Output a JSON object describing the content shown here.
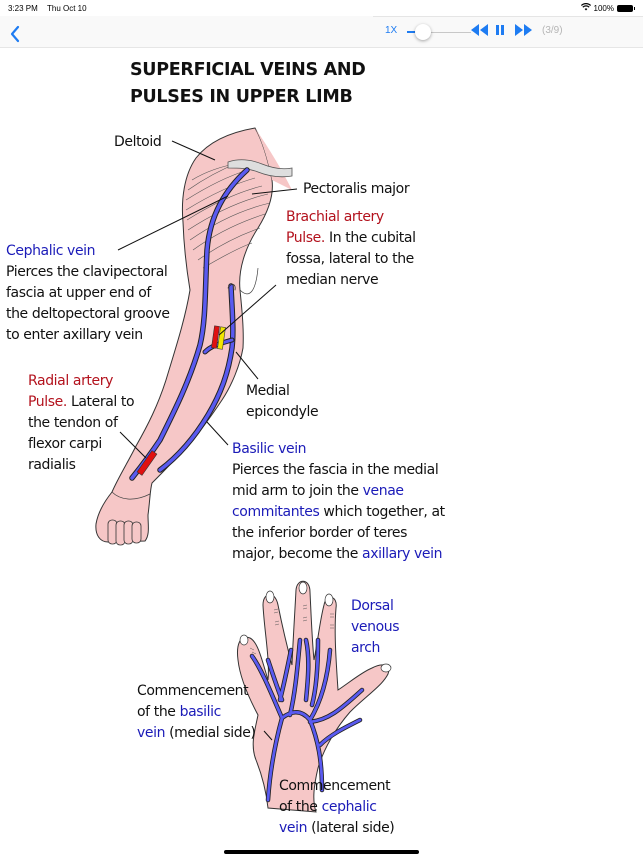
{
  "status_bar": {
    "time": "3:23 PM",
    "date": "Thu Oct 10",
    "battery": "100%"
  },
  "nav": {
    "back_icon": "chevron-left-icon",
    "back_glyph": "‹"
  },
  "player": {
    "speed_label": "1X",
    "slider_value": 0.25,
    "rewind_glyph": "◀◀",
    "pause_glyph": "❙❙",
    "ffwd_glyph": "▶▶",
    "page_indicator": "(3/9)",
    "accent_color": "#1e7cf2"
  },
  "figure": {
    "title_line1": "SUPERFICIAL VEINS AND",
    "title_line2": "PULSES IN UPPER LIMB",
    "labels": {
      "deltoid": "Deltoid",
      "pectoralis": "Pectoralis major",
      "brachial_heading": "Brachial artery",
      "brachial_pulse": "Pulse.",
      "brachial_line1": " In the cubital",
      "brachial_line2": "fossa, lateral to the",
      "brachial_line3": "median nerve",
      "cephalic_heading": "Cephalic vein",
      "cephalic_line1": "Pierces the clavipectoral",
      "cephalic_line2": "fascia at upper end of",
      "cephalic_line3": "the deltopectoral groove",
      "cephalic_line4": "to enter axillary vein",
      "radial_heading": "Radial artery",
      "radial_pulse": "Pulse.",
      "radial_line1": " Lateral to",
      "radial_line2": "the tendon of",
      "radial_line3": "flexor carpi",
      "radial_line4": "radialis",
      "medial_line1": "Medial",
      "medial_line2": "epicondyle",
      "basilic_heading": "Basilic vein",
      "basilic_line1": "Pierces the fascia in the medial",
      "basilic_line2a": "mid arm to join the ",
      "basilic_line2b": "venae",
      "basilic_line3a": "commitantes",
      "basilic_line3b": " which together, at",
      "basilic_line4": "the inferior border of teres",
      "basilic_line5a": "major, become the ",
      "basilic_line5b": "axillary vein",
      "dorsal_line1": "Dorsal",
      "dorsal_line2": "venous",
      "dorsal_line3": "arch",
      "comm_basilic_line1": "Commencement",
      "comm_basilic_line2a": "of the ",
      "comm_basilic_line2b": "basilic",
      "comm_basilic_line3a": "vein",
      "comm_basilic_line3b": " (medial side)",
      "comm_cephalic_line1": "Commencement",
      "comm_cephalic_line2a": "of the ",
      "comm_cephalic_line2b": "cephalic",
      "comm_cephalic_line3a": "vein",
      "comm_cephalic_line3b": " (lateral side)"
    },
    "colors": {
      "skin": "#f6c7c7",
      "vein": "#5a5af0",
      "artery": "#e01010",
      "nerve": "#f2e600",
      "blue_text": "#1b1bb8",
      "red_text": "#b3121d"
    }
  }
}
